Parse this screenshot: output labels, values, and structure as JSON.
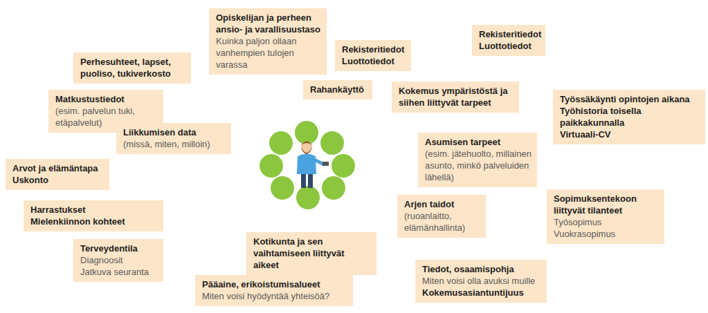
{
  "diagram": {
    "nodes": [
      {
        "text": [
          "Opiskelijan ja perheen ansio- ja varallisuustaso",
          "Kuinka paljon ollaan vanhempien tulojen varassa"
        ]
      },
      {
        "text": [
          "Rekisteritiedot",
          "Luottotiedot"
        ]
      },
      {
        "text": [
          "Rekisteritiedot",
          "Luottotiedot"
        ]
      },
      {
        "text": [
          "Perhesuhteet, lapset, puoliso, tukiverkosto"
        ]
      },
      {
        "text": [
          "Rahankäyttö"
        ]
      },
      {
        "text": [
          "Kokemus ympäristöstä ja siihen liittyvät tarpeet"
        ]
      },
      {
        "text": [
          "Matkustustiedot",
          "(esim. palvelun tuki, etäpalvelut)"
        ]
      },
      {
        "text": [
          "Työssäkäynti opintojen aikana",
          "Työhistoria toisella paikkakunnalla",
          "Virtuaali-CV"
        ]
      },
      {
        "text": [
          "Liikkumisen data",
          "(missä, miten, milloin)"
        ]
      },
      {
        "text": [
          "Asumisen tarpeet",
          "(esim. jätehuolto, millainen asunto, minkö palveluiden lähellä)"
        ]
      },
      {
        "text": [
          "Arvot ja elämäntapa",
          "Uskonto"
        ]
      },
      {
        "text": [
          "Sopimuksentekoon liittyvät tilanteet",
          "Työsopimus",
          "Vuokrasopimus"
        ]
      },
      {
        "text": [
          "Harrastukset",
          "Mielenkiinnon kohteet"
        ]
      },
      {
        "text": [
          "Arjen taidot",
          "(ruoanlaitto, elämänhallinta)"
        ]
      },
      {
        "text": [
          "Terveydentila",
          "Diagnoosit",
          "Jatkuva seuranta"
        ]
      },
      {
        "text": [
          "Kotikunta ja sen vaihtamiseen liittyvät aikeet"
        ]
      },
      {
        "text": [
          "Tiedot, osaamispohja",
          "Miten voisi olla avuksi muille",
          "Kokemusasiantuntijuus"
        ]
      },
      {
        "text": [
          "Pääaine, erikoistumisalueet",
          "Miten voisi hyödyntää yhteisöä?"
        ]
      }
    ]
  }
}
